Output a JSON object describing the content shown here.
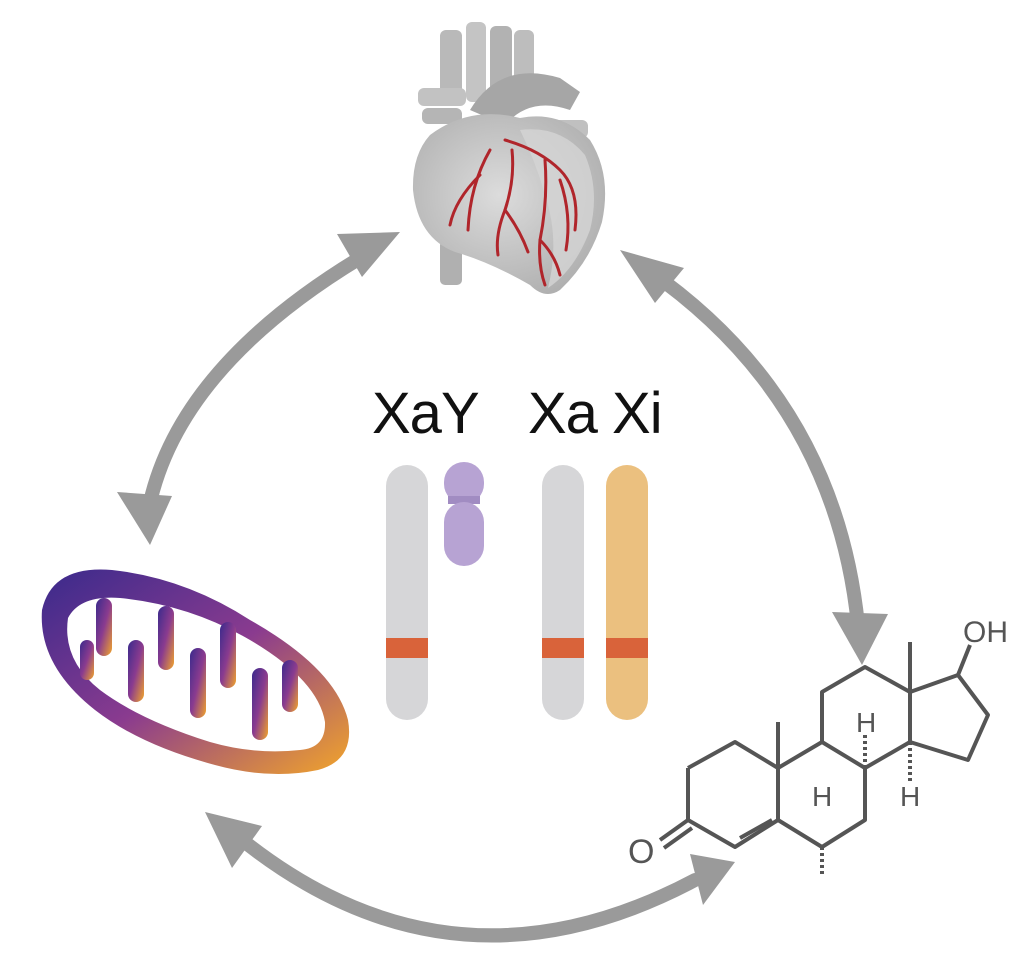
{
  "labels": {
    "xay": "XaY",
    "xaxi": "Xa Xi"
  },
  "molecule": {
    "hydroxyl": "OH",
    "ketone_oxygen": "O",
    "hydrogen_1": "H",
    "hydrogen_2": "H",
    "hydrogen_3": "H"
  },
  "icons": [
    "heart-icon",
    "mitochondrion-icon",
    "steroid-molecule-icon",
    "chromosome-icon"
  ],
  "colors": {
    "arrow": "#9a9a9a",
    "chromosome_x_active": "#d6d6d8",
    "chromosome_x_inactive": "#ebc07f",
    "chromosome_y": "#b7a3d3",
    "gene_band": "#d9633a",
    "mito_start": "#3a2a8c",
    "mito_mid": "#8a3b8f",
    "mito_end": "#f2a52a",
    "heart_grey": "#c9c9c9",
    "coronary_red": "#b0252b",
    "molecule_line": "#555555"
  }
}
